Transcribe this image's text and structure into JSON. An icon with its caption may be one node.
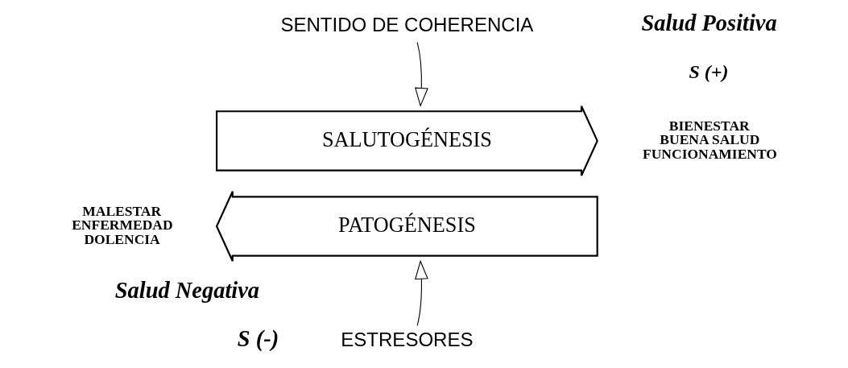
{
  "diagram": {
    "nodes": [
      {
        "text": [
          "SENTIDO DE COHERENCIA"
        ]
      },
      {
        "text": [
          "SALUTOGÉNESIS"
        ]
      },
      {
        "text": [
          "PATOGÉNESIS"
        ]
      },
      {
        "text": [
          "ESTRESORES"
        ]
      }
    ],
    "edges": [
      {
        "from": 0,
        "to": 1,
        "arrow": "to"
      },
      {
        "from": 3,
        "to": 2,
        "arrow": "to"
      }
    ],
    "labels": [
      "Salud Positiva",
      "S (+)",
      "BIENESTAR BUENA SALUD FUNCIONAMIENTO",
      "MALESTAR ENFERMEDAD DOLENCIA",
      "Salud Negativa",
      "S (-)"
    ]
  }
}
